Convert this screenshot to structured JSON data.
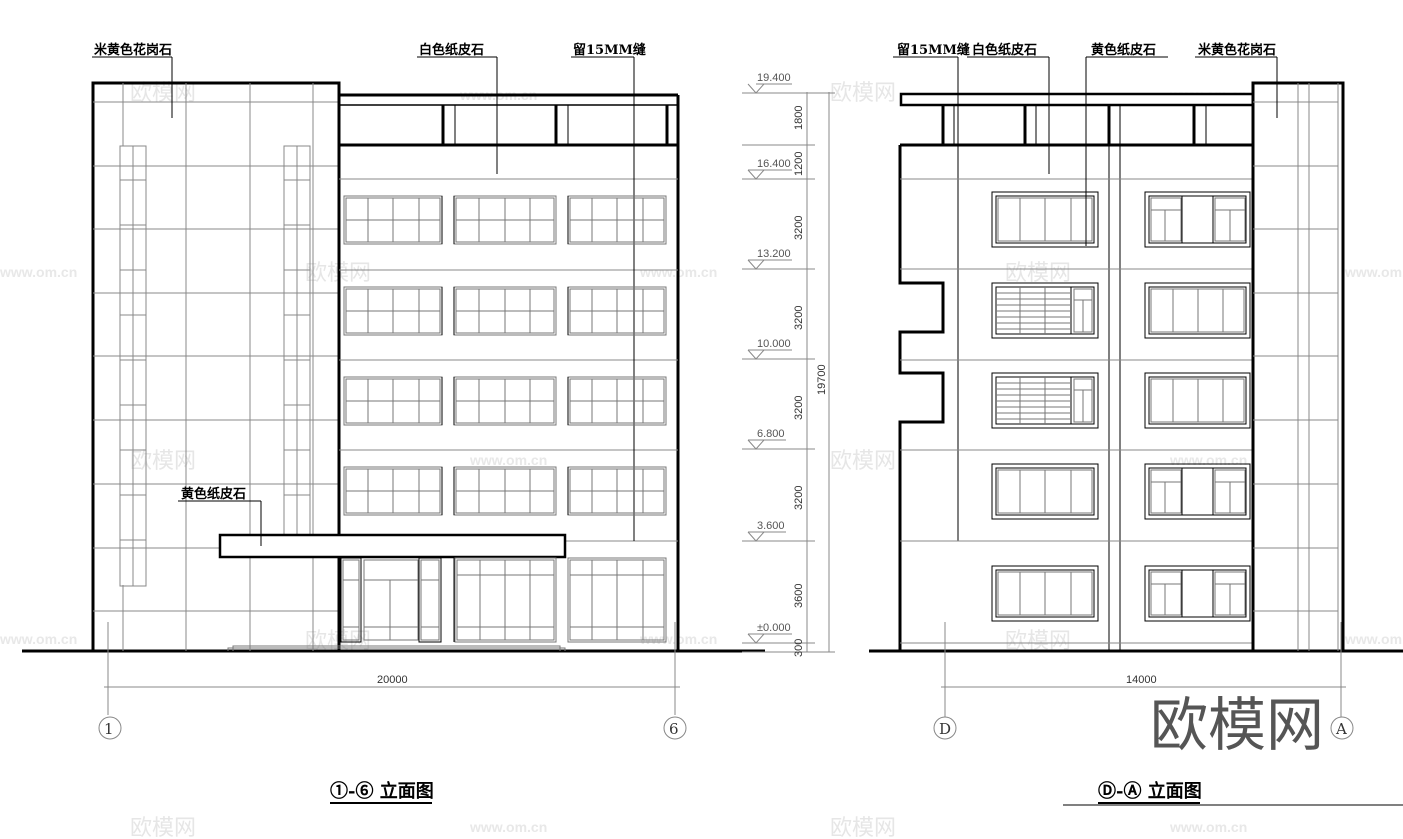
{
  "left_elevation": {
    "title": "①-⑥ 立面图",
    "labels": {
      "beige_granite": "米黄色花岗石",
      "white_stone": "白色纸皮石",
      "gap_15mm": "留15MM缝",
      "yellow_stone": "黄色纸皮石"
    },
    "total_width": "20000",
    "axis_left": "1",
    "axis_right": "6"
  },
  "right_elevation": {
    "title": "Ⓓ-Ⓐ 立面图",
    "labels": {
      "gap_15mm": "留15MM缝",
      "white_stone": "白色纸皮石",
      "yellow_stone": "黄色纸皮石",
      "beige_granite": "米黄色花岗石"
    },
    "total_width": "14000",
    "axis_left": "D",
    "axis_right": "A"
  },
  "levels": {
    "elevations": [
      "19.400",
      "16.400",
      "13.200",
      "10.000",
      "6.800",
      "3.600",
      "±0.000"
    ],
    "segments": [
      "1800",
      "1200",
      "3200",
      "3200",
      "3200",
      "3200",
      "3600",
      "300"
    ],
    "total_height": "19700"
  },
  "watermark": {
    "brand": "欧模网",
    "url": "www.om.cn"
  }
}
